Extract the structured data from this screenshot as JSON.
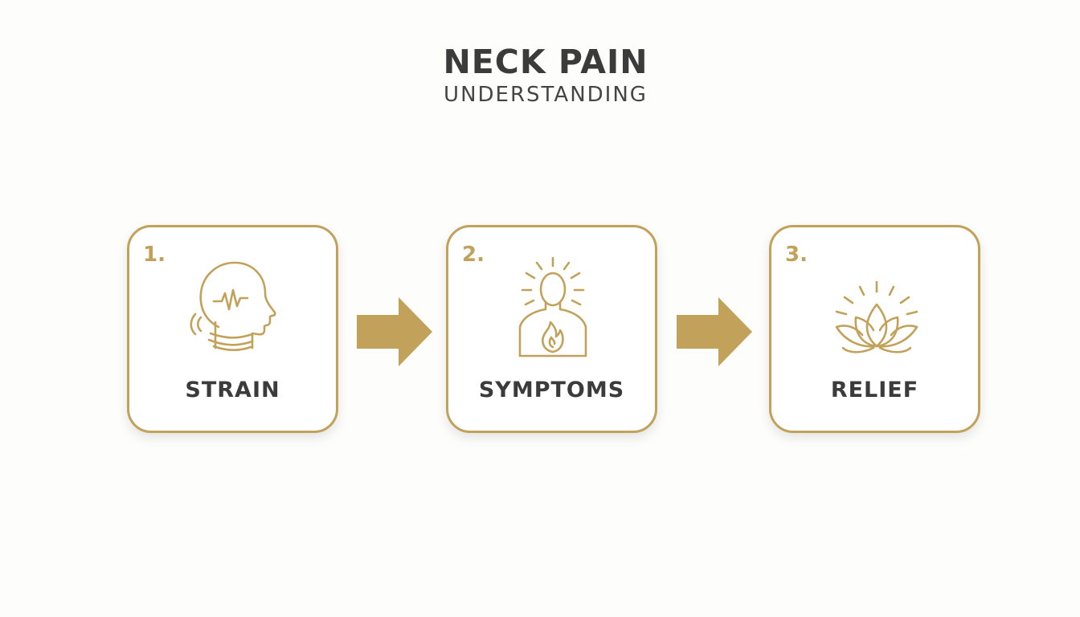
{
  "header": {
    "title": "NECK PAIN",
    "subtitle": "UNDERSTANDING"
  },
  "colors": {
    "accent": "#c2a25a",
    "text": "#3b3b3b",
    "background": "#fdfdfc"
  },
  "steps": [
    {
      "number": "1.",
      "label": "STRAIN",
      "icon": "head-neck-strain-icon"
    },
    {
      "number": "2.",
      "label": "SYMPTOMS",
      "icon": "person-inflammation-icon"
    },
    {
      "number": "3.",
      "label": "RELIEF",
      "icon": "lotus-icon"
    }
  ]
}
